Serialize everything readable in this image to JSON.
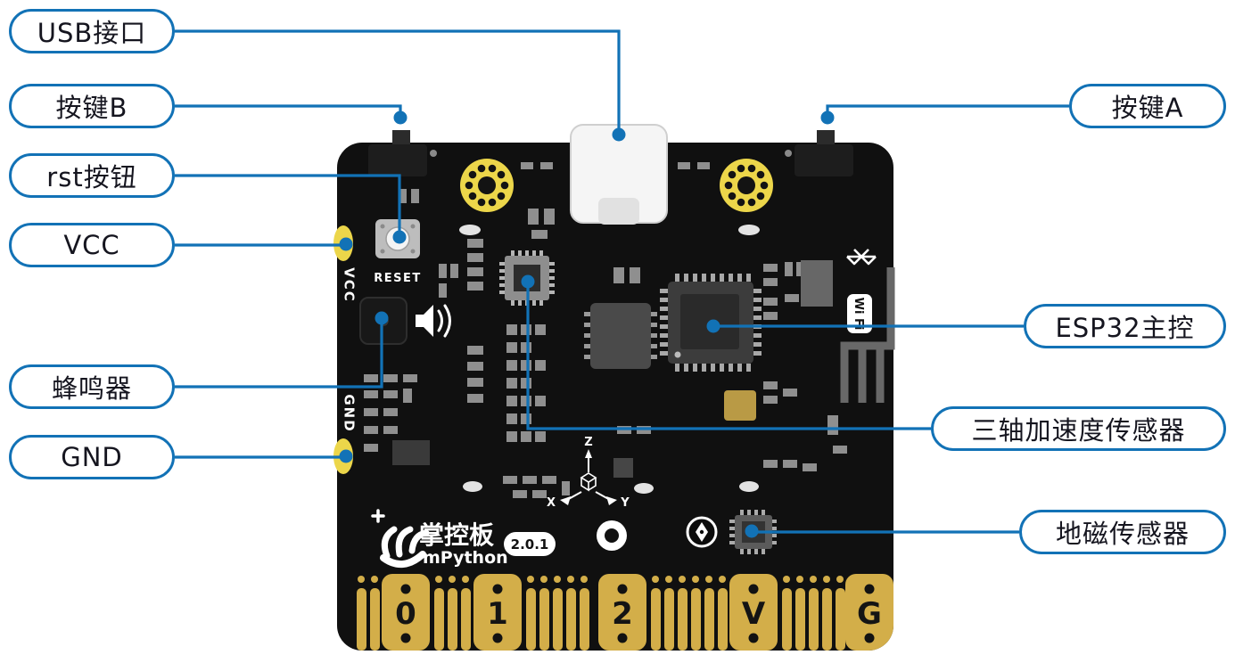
{
  "callouts": {
    "left": [
      {
        "label": "USB接口"
      },
      {
        "label": "按键B"
      },
      {
        "label": "rst按钮"
      },
      {
        "label": "VCC"
      },
      {
        "label": "蜂鸣器"
      },
      {
        "label": "GND"
      }
    ],
    "right": [
      {
        "label": "按键A"
      },
      {
        "label": "ESP32主控"
      },
      {
        "label": "三轴加速度传感器"
      },
      {
        "label": "地磁传感器"
      }
    ]
  },
  "board": {
    "name_cn": "掌控板",
    "name_en": "mPython",
    "version": "2.0.1",
    "reset_label": "RESET",
    "vcc_label": "VCC",
    "gnd_label": "GND",
    "wifi_label": "Wi Fi",
    "axis": {
      "x": "X",
      "y": "Y",
      "z": "Z"
    },
    "edge_pins": [
      "0",
      "1",
      "2",
      "V",
      "G"
    ]
  },
  "colors": {
    "callout_blue": "#1272B6",
    "board_black": "#101010",
    "pad_gold": "#D3AE49",
    "hole_yellow": "#ECD64A"
  }
}
